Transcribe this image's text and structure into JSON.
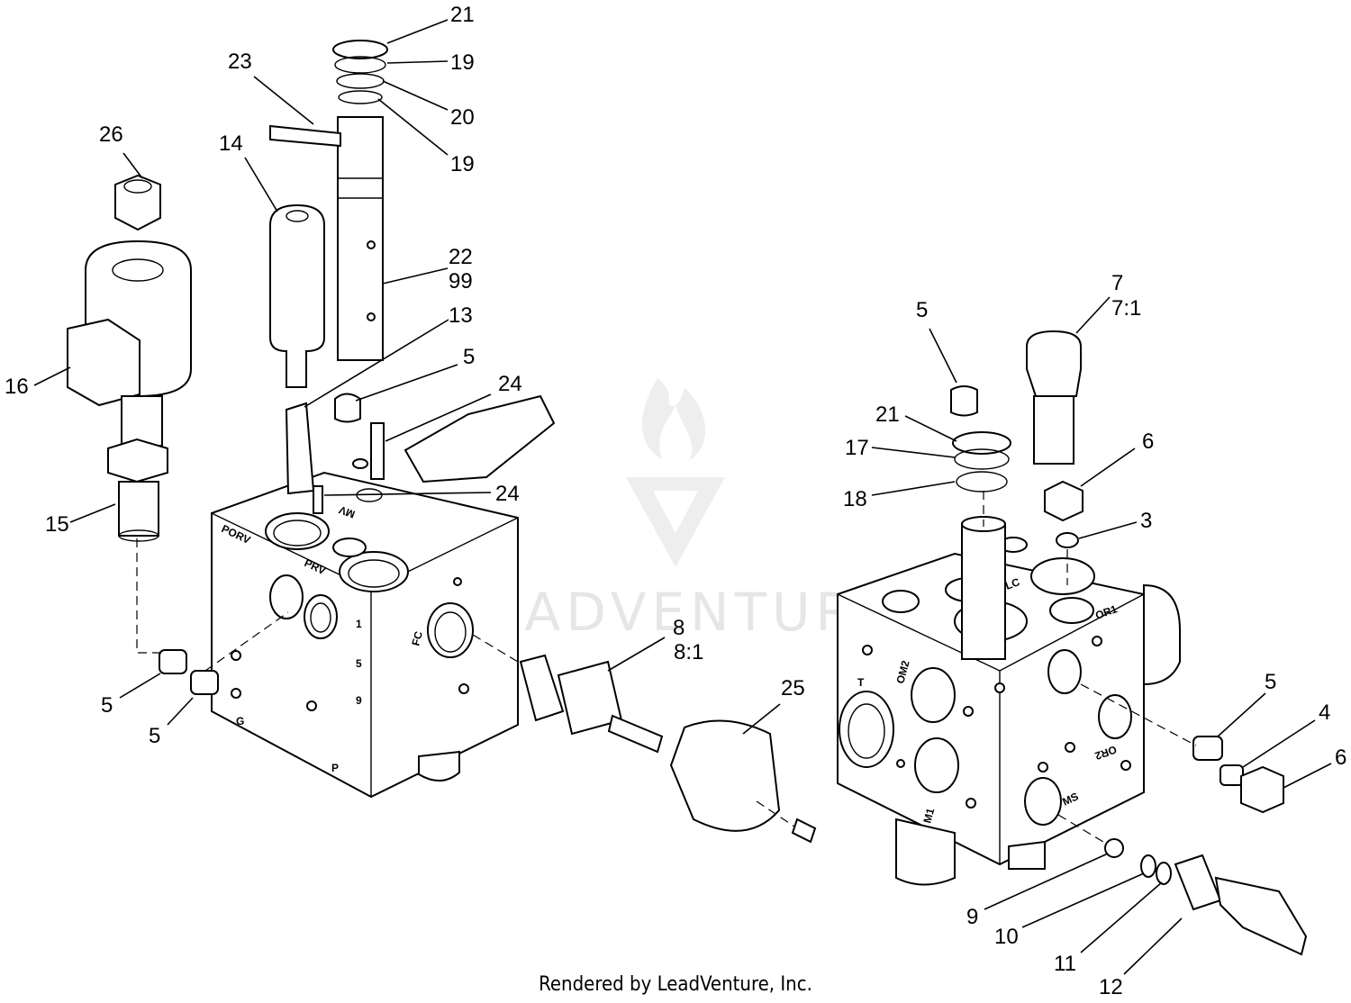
{
  "watermark": {
    "text": "LEADVENTURE"
  },
  "footer": {
    "text": "Rendered by LeadVenture, Inc."
  },
  "callouts": {
    "c21a": "21",
    "c19a": "19",
    "c20": "20",
    "c19b": "19",
    "c23": "23",
    "c26": "26",
    "c14": "14",
    "c22": "22",
    "c99": "99",
    "c13": "13",
    "c5a": "5",
    "c24a": "24",
    "c24b": "24",
    "c16": "16",
    "c15": "15",
    "c5b": "5",
    "c5c": "5",
    "c8": "8",
    "c8_1": "8:1",
    "c25": "25",
    "c7": "7",
    "c7_1": "7:1",
    "c5d": "5",
    "c21b": "21",
    "c17": "17",
    "c18": "18",
    "c6a": "6",
    "c3": "3",
    "c5e": "5",
    "c4": "4",
    "c6b": "6",
    "c9": "9",
    "c10": "10",
    "c11": "11",
    "c12": "12"
  },
  "ports_left": {
    "porv": "PORV",
    "mv": "MV",
    "prv": "PRV",
    "fc": "FC",
    "g": "G",
    "p": "P",
    "n1": "1",
    "n5": "5",
    "n9": "9"
  },
  "ports_right": {
    "t": "T",
    "om2": "OM2",
    "lc": "LC",
    "or1": "OR1",
    "or2": "OR2",
    "ms": "MS",
    "m1": "M1"
  }
}
